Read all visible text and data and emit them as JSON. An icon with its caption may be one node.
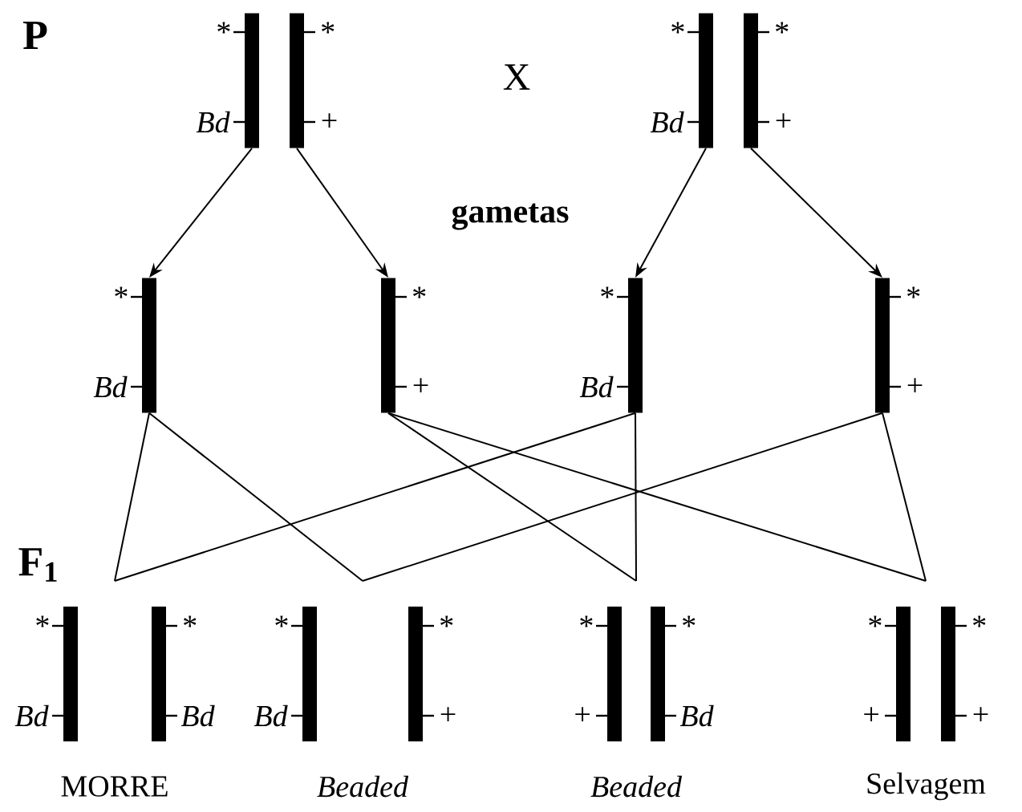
{
  "diagram": {
    "nodes": [
      {
        "text": [
          "*",
          "Bd"
        ]
      },
      {
        "text": [
          "*",
          "+"
        ]
      },
      {
        "text": [
          "*",
          "Bd"
        ]
      },
      {
        "text": [
          "*",
          "+"
        ]
      },
      {
        "text": [
          "*",
          "Bd"
        ]
      },
      {
        "text": [
          "*",
          "+"
        ]
      },
      {
        "text": [
          "*",
          "Bd"
        ]
      },
      {
        "text": [
          "*",
          "+"
        ]
      },
      {
        "text": [
          "*",
          "Bd",
          "*",
          "Bd"
        ],
        "beside": [
          "MORRE"
        ]
      },
      {
        "text": [
          "*",
          "Bd",
          "*",
          "+"
        ],
        "beside": [
          "Beaded"
        ]
      },
      {
        "text": [
          "*",
          "+",
          "*",
          "Bd"
        ],
        "beside": [
          "Beaded"
        ]
      },
      {
        "text": [
          "*",
          "+",
          "*",
          "+"
        ],
        "beside": [
          "Selvagem"
        ]
      }
    ],
    "edges": [
      {
        "from": 0,
        "to": 4,
        "arrow": "to"
      },
      {
        "from": 1,
        "to": 5,
        "arrow": "to"
      },
      {
        "from": 2,
        "to": 6,
        "arrow": "to"
      },
      {
        "from": 3,
        "to": 7,
        "arrow": "to"
      },
      {
        "from": 4,
        "to": 8,
        "arrow": "none"
      },
      {
        "from": 6,
        "to": 8,
        "arrow": "none"
      },
      {
        "from": 4,
        "to": 9,
        "arrow": "none"
      },
      {
        "from": 7,
        "to": 9,
        "arrow": "none"
      },
      {
        "from": 5,
        "to": 10,
        "arrow": "none"
      },
      {
        "from": 6,
        "to": 10,
        "arrow": "none"
      },
      {
        "from": 5,
        "to": 11,
        "arrow": "none"
      },
      {
        "from": 7,
        "to": 11,
        "arrow": "none"
      }
    ],
    "labels": [
      "P",
      "X",
      "gametas",
      "F$_{1}$"
    ]
  }
}
